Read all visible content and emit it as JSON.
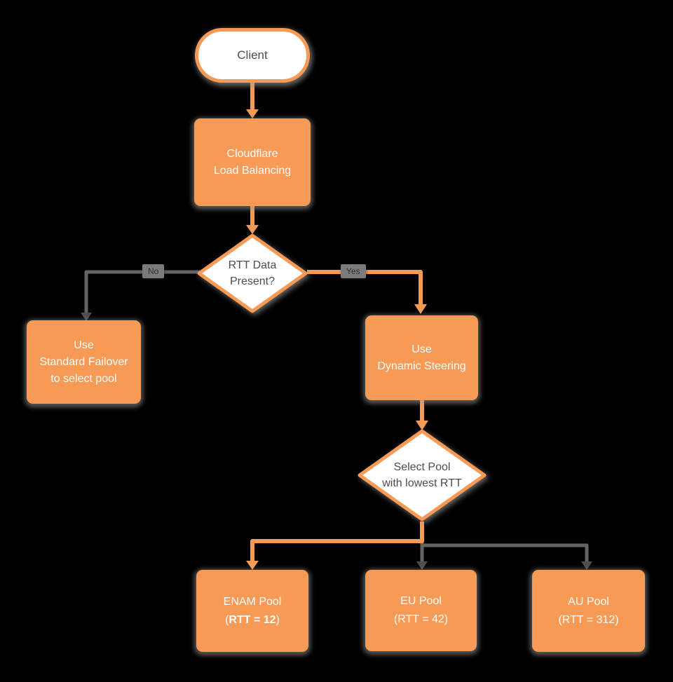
{
  "colors": {
    "accent_orange": "#f79a56",
    "connector_gray": "#646464",
    "connector_arrow_gray": "#4f4f4f",
    "node_text_dark": "#4d4d4d",
    "node_text_light": "#ffffff",
    "shape_fill_white": "#ffffff",
    "shadow_gray": "#9e9e9e",
    "edge_badge_bg": "#7b7b7b",
    "edge_badge_text": "#2d2d2d",
    "background": "#000000"
  },
  "nodes": {
    "client": {
      "label": "Client"
    },
    "load_balancer": {
      "label": "Cloudflare\nLoad Balancing"
    },
    "rtt_decision": {
      "label": "RTT Data\nPresent?"
    },
    "standard_failover": {
      "label": "Use\nStandard Failover\nto select pool"
    },
    "dynamic_steering": {
      "label": "Use\nDynamic Steering"
    },
    "pool_decision": {
      "label": "Select Pool\nwith lowest RTT"
    },
    "enam_pool": {
      "name": "ENAM Pool",
      "rtt_open": "(",
      "rtt_value": "RTT = 12",
      "rtt_close": ")"
    },
    "eu_pool": {
      "name": "EU Pool",
      "rtt_open": "(",
      "rtt_value": "RTT = 42",
      "rtt_close": ")"
    },
    "au_pool": {
      "name": "AU Pool",
      "rtt_open": "(",
      "rtt_value": "RTT = 312",
      "rtt_close": ")"
    }
  },
  "edge_labels": {
    "no": "No",
    "yes": "Yes"
  }
}
